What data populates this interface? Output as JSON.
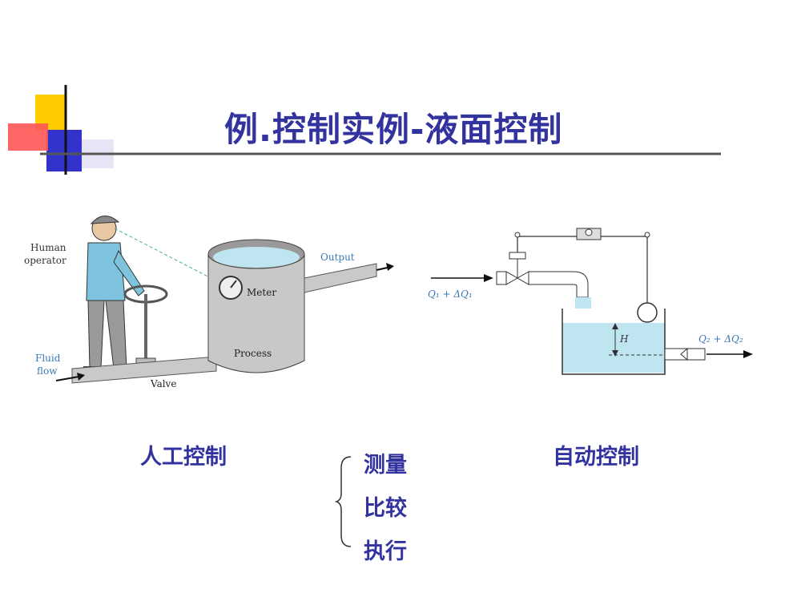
{
  "title": "例.控制实例-液面控制",
  "colors": {
    "title": "#3333a0",
    "water": "#bfe6f0",
    "tank": "#c8c8c8",
    "accent_yellow": "#ffcc00",
    "accent_red": "#ff3333",
    "accent_blue": "#3333cc"
  },
  "manual_diagram": {
    "label_human": "Human",
    "label_operator": "operator",
    "label_output": "Output",
    "label_meter": "Meter",
    "label_fluid": "Fluid",
    "label_flow": "flow",
    "label_process": "Process",
    "label_valve": "Valve"
  },
  "auto_diagram": {
    "label_q1": "Q₁ + ΔQ₁",
    "label_h": "H",
    "label_q2": "Q₂ + ΔQ₂"
  },
  "captions": {
    "manual": "人工控制",
    "auto": "自动控制"
  },
  "steps": [
    "测量",
    "比较",
    "执行"
  ]
}
